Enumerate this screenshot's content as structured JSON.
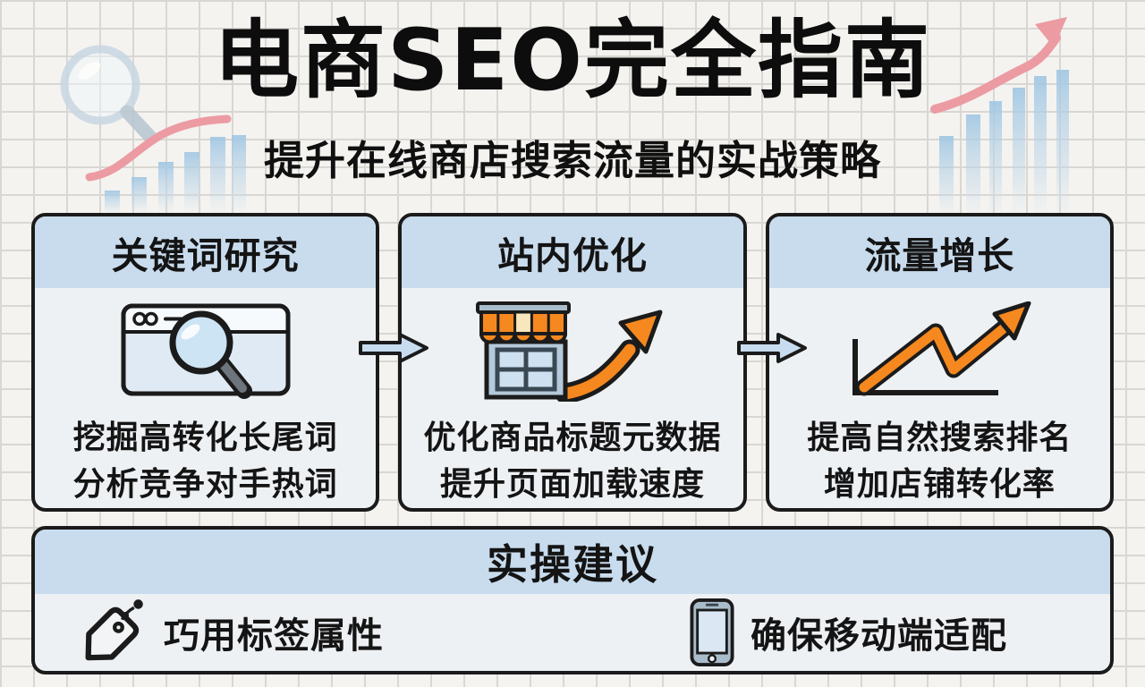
{
  "header": {
    "title": "电商SEO完全指南",
    "subtitle": "提升在线商店搜索流量的实战策略"
  },
  "cards": [
    {
      "title": "关键词研究",
      "icon": "browser-search-icon",
      "lines": [
        "挖掘高转化长尾词",
        "分析竞争对手热词"
      ]
    },
    {
      "title": "站内优化",
      "icon": "storefront-growth-icon",
      "lines": [
        "优化商品标题元数据",
        "提升页面加载速度"
      ]
    },
    {
      "title": "流量增长",
      "icon": "growth-chart-icon",
      "lines": [
        "提高自然搜索排名",
        "增加店铺转化率"
      ]
    }
  ],
  "tips": {
    "title": "实操建议",
    "items": [
      {
        "icon": "price-tag-icon",
        "label": "巧用标签属性"
      },
      {
        "icon": "smartphone-icon",
        "label": "确保移动端适配"
      }
    ]
  },
  "decorations": {
    "top_left": "magnifier-sketch-icon",
    "left": "rising-bars-and-curve",
    "top_right": "rising-bars-and-arrow"
  },
  "colors": {
    "background": "#f4f3f0",
    "grid_line": "#d9d7d3",
    "card_header": "#c9dcee",
    "card_body": "#eef1f4",
    "outline": "#1b1b1b",
    "accent_orange": "#f5881f",
    "accent_pink": "#ec9ba3",
    "bar_blue": "#9fc6e3",
    "arrow_fill": "#c8dcef",
    "text": "#141414"
  }
}
